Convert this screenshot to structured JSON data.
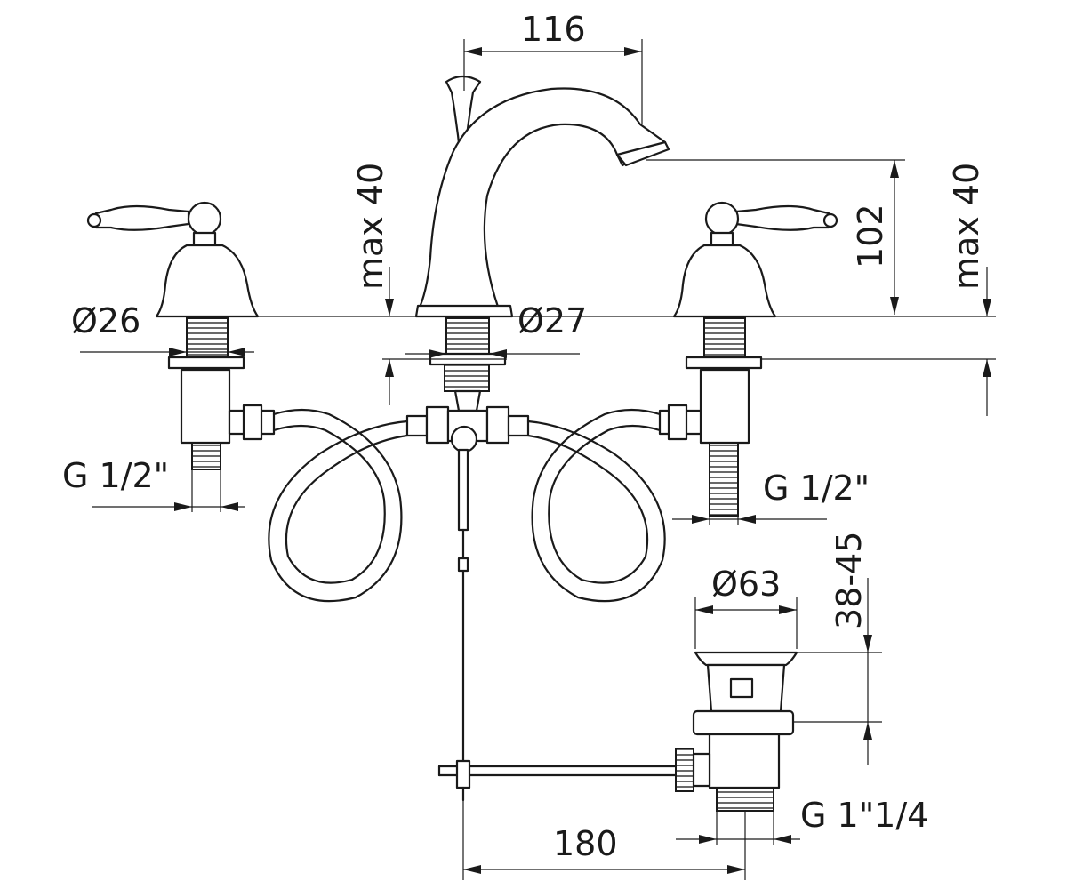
{
  "labels": {
    "spout_reach": "116",
    "spout_height": "102",
    "max_left": "max 40",
    "max_right": "max 40",
    "dia_handle": "Ø26",
    "dia_spout": "Ø27",
    "dia_waste": "Ø63",
    "thread_left": "G 1/2\"",
    "thread_right": "G 1/2\"",
    "waste_range": "38-45",
    "waste_thread": "G 1\"1/4",
    "spread": "180"
  }
}
